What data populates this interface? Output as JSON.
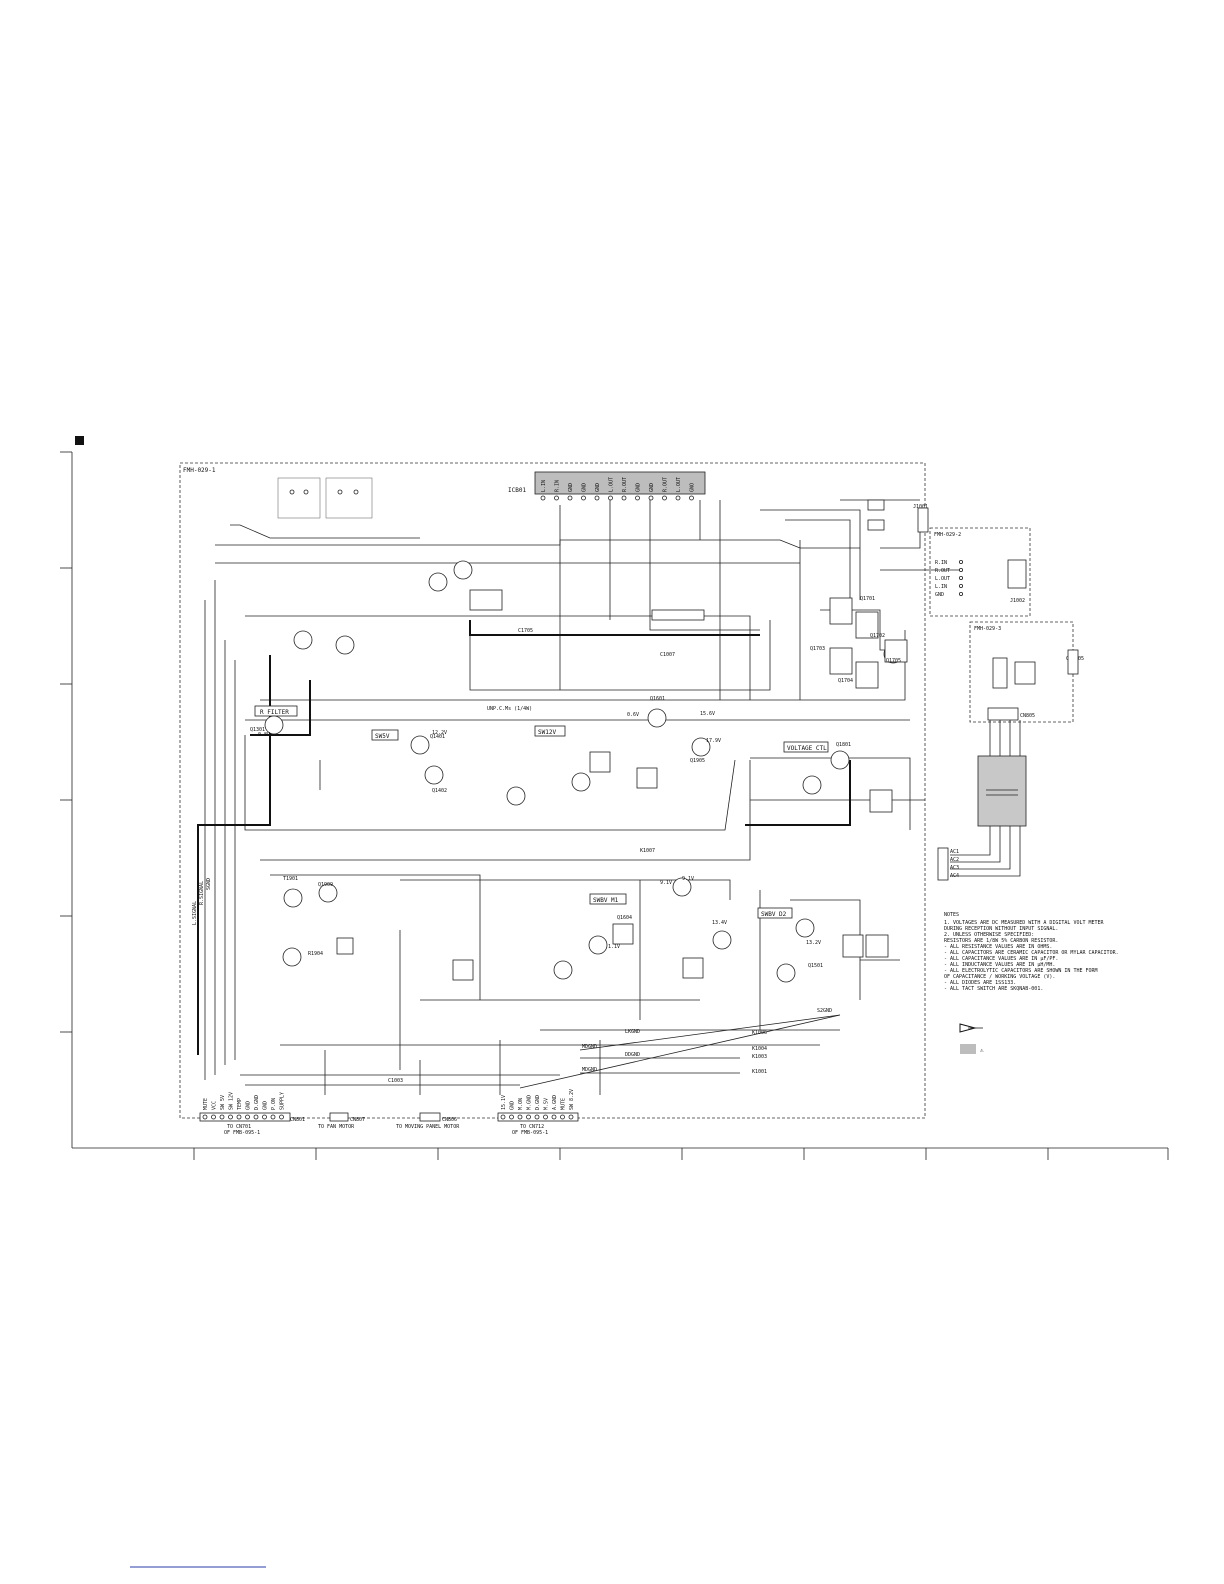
{
  "board_top": "FMH-029-1",
  "board_right_1": "FMH-029-2",
  "board_right_2": "FMH-029-3",
  "header_connector": "ICB01",
  "header_pins": [
    "L.IN",
    "R.IN",
    "GND",
    "GND",
    "GND",
    "L.OUT",
    "R.OUT",
    "GND",
    "GND",
    "R.OUT",
    "L.OUT",
    "GNO"
  ],
  "blocks": {
    "r_filter": "R FILTER",
    "sw5v": "SW5V",
    "sw12v": "SW12V",
    "voltage_ctl": "VOLTAGE CTL",
    "swbv_m1": "SWBV M1",
    "swbv_d2": "SWBV D2"
  },
  "parts": {
    "t1901": "T1901",
    "q1701": "Q1701",
    "q1702": "Q1702",
    "q1703": "Q1703",
    "q1704": "Q1704",
    "q1705": "Q1705",
    "q1301": "Q1301",
    "q1401": "Q1401",
    "q1402": "Q1402",
    "q1601": "Q1601",
    "q1604": "Q1604",
    "q1501": "Q1501",
    "q1801": "Q1801",
    "q1905": "Q1905",
    "q1909": "Q1909",
    "c1705": "C1705",
    "c1007": "C1007",
    "c1003": "C1003",
    "r1904": "R1904",
    "k1001": "K1001",
    "k1003": "K1003",
    "k1004": "K1004",
    "k1006": "K1006",
    "k1007": "K1007",
    "cn801": "CN801",
    "cn807": "CN807",
    "cn806": "CN806",
    "cn805": "CN805",
    "j1001": "J1001",
    "j1002": "J1002",
    "cn1005": "CN1005"
  },
  "lines": {
    "l_signal": "L.SIGNAL",
    "r_signal": "R.SIGNAL",
    "sgnd": "SGND",
    "s2gnd": "S2GND",
    "lkgnd": "LKGND",
    "mdgnd": "MDGND",
    "ddgnd": "DDGND",
    "mdgnd2": "MDGND",
    "unp": "UNP.C.Ms (1/4W)"
  },
  "voltages": {
    "v1": "12.2V",
    "v2": "0.8V",
    "v3": "9.1V",
    "v4": "15.6V",
    "v5": "17.9V",
    "v6": "1.1V",
    "v7": "0.6V",
    "v8": "9.1V",
    "v9": "13.4V",
    "v10": "13.2V"
  },
  "rear_inputs": [
    "R.IN",
    "R.OUT",
    "L.OUT",
    "L.IN",
    "GND"
  ],
  "ac_pins": [
    "AC1",
    "AC2",
    "AC3",
    "AC4"
  ],
  "footer_connectors": {
    "cn801_to": "TO CN701",
    "cn801_of": "OF FMB-095-1",
    "cn807_to": "TO FAN MOTOR",
    "cn806_to": "TO MOVING PANEL MOTOR",
    "cn805_to": "TO CN712",
    "cn805_of": "OF FMB-095-1"
  },
  "footer_pins_left": [
    "MUTE",
    "VCC",
    "SW 5V",
    "SW 12V",
    "TEMP",
    "GND",
    "D.GND",
    "GND",
    "P.ON",
    "SUPPLY"
  ],
  "footer_pins_right": [
    "15.1V",
    "GND",
    "M.ON",
    "M.GND",
    "D.GND",
    "M.5V",
    "A.GND",
    "MUTE",
    "SW 8.2V"
  ],
  "notes_title": "NOTES",
  "notes": [
    "1. VOLTAGES ARE DC MEASURED WITH A DIGITAL VOLT METER",
    "   DURING RECEPTION WITHOUT INPUT SIGNAL.",
    "2. UNLESS OTHERWISE SPECIFIED:",
    "   RESISTORS ARE 1/8W 5% CARBON RESISTOR.",
    " - ALL RESISTANCE VALUES ARE IN OHMS.",
    " - ALL CAPACITORS ARE CERAMIC CAPACITOR OR MYLAR CAPACITOR.",
    " - ALL CAPACITANCE VALUES ARE IN µF/PF.",
    " - ALL INDUCTANCE VALUES ARE IN µH/MH.",
    " - ALL ELECTROLYTIC CAPACITORS ARE SHOWN IN THE FORM",
    "   OF CAPACITANCE / WORKING VOLTAGE (V).",
    " - ALL DIODES ARE 1SS133.",
    " - ALL TACT SWITCH ARE SKQNAB-001."
  ],
  "legend_marker": "⚠"
}
